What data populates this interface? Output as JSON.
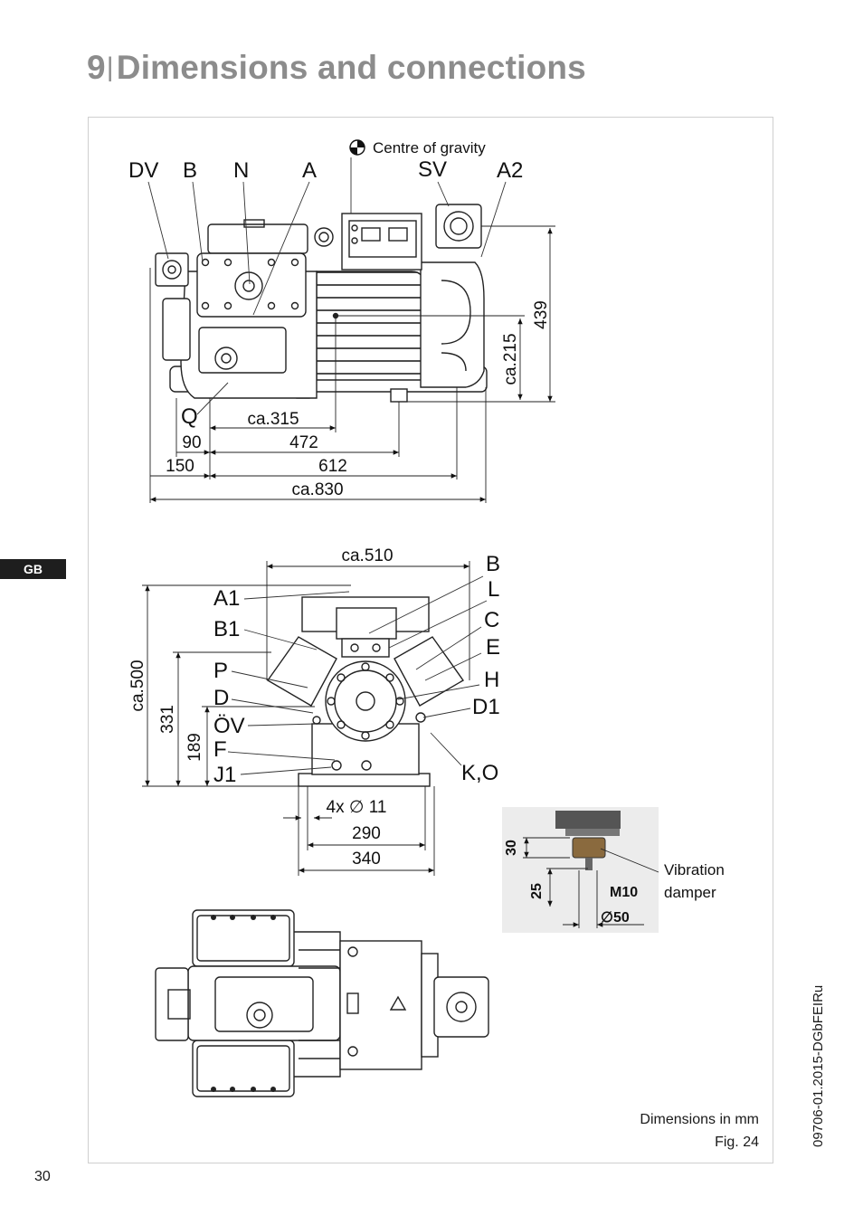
{
  "header": {
    "section_number": "9",
    "title": "Dimensions and connections"
  },
  "sidebar": {
    "language_tab": "GB"
  },
  "footer": {
    "page_number": "30",
    "document_code": "09706-01.2015-DGbFEIRu"
  },
  "figure": {
    "caption_units": "Dimensions in mm",
    "caption_fig": "Fig. 24",
    "legend_gravity": "Centre of gravity",
    "side_view_labels": [
      "DV",
      "B",
      "N",
      "A",
      "SV",
      "A2",
      "Q"
    ],
    "side_view_dims": {
      "h1": "439",
      "h2": "ca.215",
      "d1": "ca.315",
      "d2": "90",
      "d3": "472",
      "d4": "150",
      "d5": "612",
      "d6": "ca.830"
    },
    "front_view_labels_left": [
      "A1",
      "B1",
      "P",
      "D",
      "ÖV",
      "F",
      "J1"
    ],
    "front_view_labels_right": [
      "B",
      "L",
      "C",
      "E",
      "H",
      "D1",
      "K,O"
    ],
    "front_view_dims": {
      "top": "ca.510",
      "h1": "ca.500",
      "h2": "331",
      "h3": "189",
      "holes": "4x ∅ 11",
      "w1": "290",
      "w2": "340"
    },
    "damper": {
      "d30": "30",
      "d25": "25",
      "thread": "M10",
      "dia": "∅50",
      "label_line1": "Vibration",
      "label_line2": "damper"
    }
  }
}
